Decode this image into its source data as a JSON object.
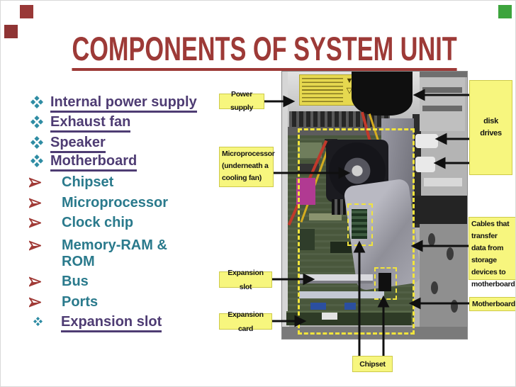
{
  "title": {
    "text": "COMPONENTS OF SYSTEM UNIT"
  },
  "colors": {
    "title_red": "#9d3a37",
    "link_purple": "#4e3c73",
    "sub_item_teal": "#2a7a8c",
    "diamond_bullet_teal": "#2e8ca3",
    "arrow_bullet_red": "#a03a36",
    "callout_label_yellow": "#f7f67e",
    "dashed_highlight_yellow": "#f1e43c",
    "deco_square_maroon": "#993837",
    "deco_square_green": "#3da43d"
  },
  "list": {
    "items": [
      {
        "label": "Internal power supply"
      },
      {
        "label": "Exhaust fan"
      },
      {
        "label": "Speaker"
      },
      {
        "label": "Motherboard"
      },
      {
        "label": "Chipset"
      },
      {
        "label": "Microprocessor"
      },
      {
        "label": "Clock chip"
      },
      {
        "label": "Memory-RAM & ROM"
      },
      {
        "label": "Bus"
      },
      {
        "label": "Ports"
      },
      {
        "label": "Expansion slot"
      }
    ]
  },
  "photo": {
    "labels": [
      {
        "text": "Power supply"
      },
      {
        "text": "Microprocessor (underneath a cooling fan)"
      },
      {
        "text": "Expansion slot"
      },
      {
        "text": "Expansion card"
      },
      {
        "text": "disk drives"
      },
      {
        "text": "Cables that transfer data from storage devices to motherboard"
      },
      {
        "text": "Motherboard"
      },
      {
        "text": "Chipset"
      }
    ]
  }
}
